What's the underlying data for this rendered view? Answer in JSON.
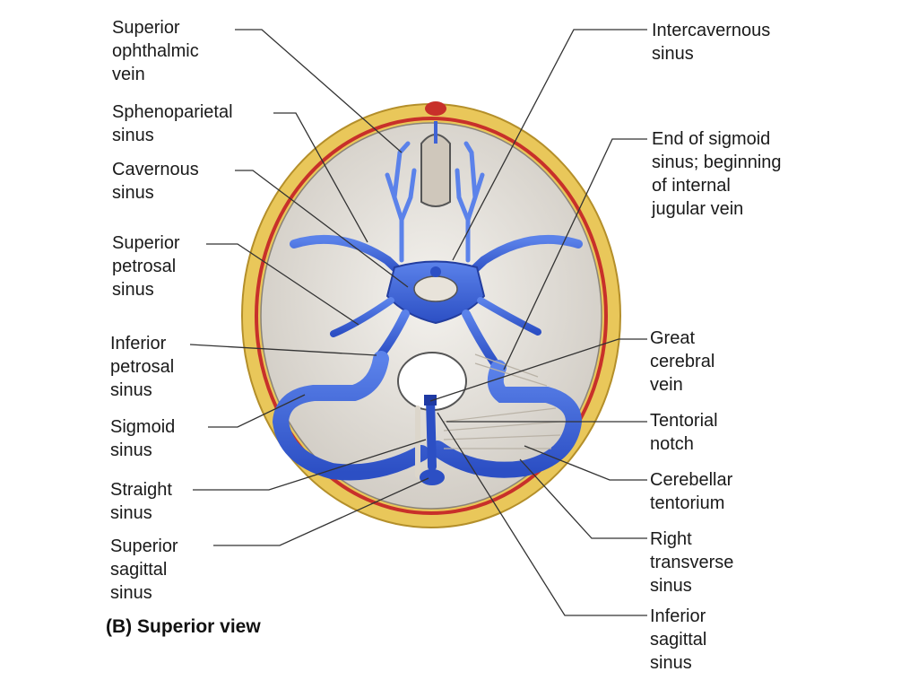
{
  "caption": "(B) Superior view",
  "labels": {
    "superior_ophthalmic_vein": "Superior\nophthalmic\nvein",
    "sphenoparietal_sinus": "Sphenoparietal\nsinus",
    "cavernous_sinus": "Cavernous\nsinus",
    "superior_petrosal_sinus": "Superior\npetrosal\nsinus",
    "inferior_petrosal_sinus": "Inferior\npetrosal\nsinus",
    "sigmoid_sinus": "Sigmoid\nsinus",
    "straight_sinus": "Straight\nsinus",
    "superior_sagittal_sinus": "Superior\nsagittal\nsinus",
    "intercavernous_sinus": "Intercavernous\nsinus",
    "end_of_sigmoid_sinus": "End of sigmoid\nsinus; beginning\nof internal\njugular vein",
    "great_cerebral_vein": "Great\ncerebral\nvein",
    "tentorial_notch": "Tentorial\nnotch",
    "cerebellar_tentorium": "Cerebellar\ntentorium",
    "right_transverse_sinus": "Right\ntransverse\nsinus",
    "inferior_sagittal_sinus": "Inferior\nsagittal\nsinus"
  },
  "colors": {
    "skull_bone": "#e9c75a",
    "dura_red": "#c8302a",
    "cranial_floor": "#e4e1dc",
    "sinus_blue": "#3f63d6",
    "leader_line": "#333333",
    "text": "#1a1a1a"
  }
}
